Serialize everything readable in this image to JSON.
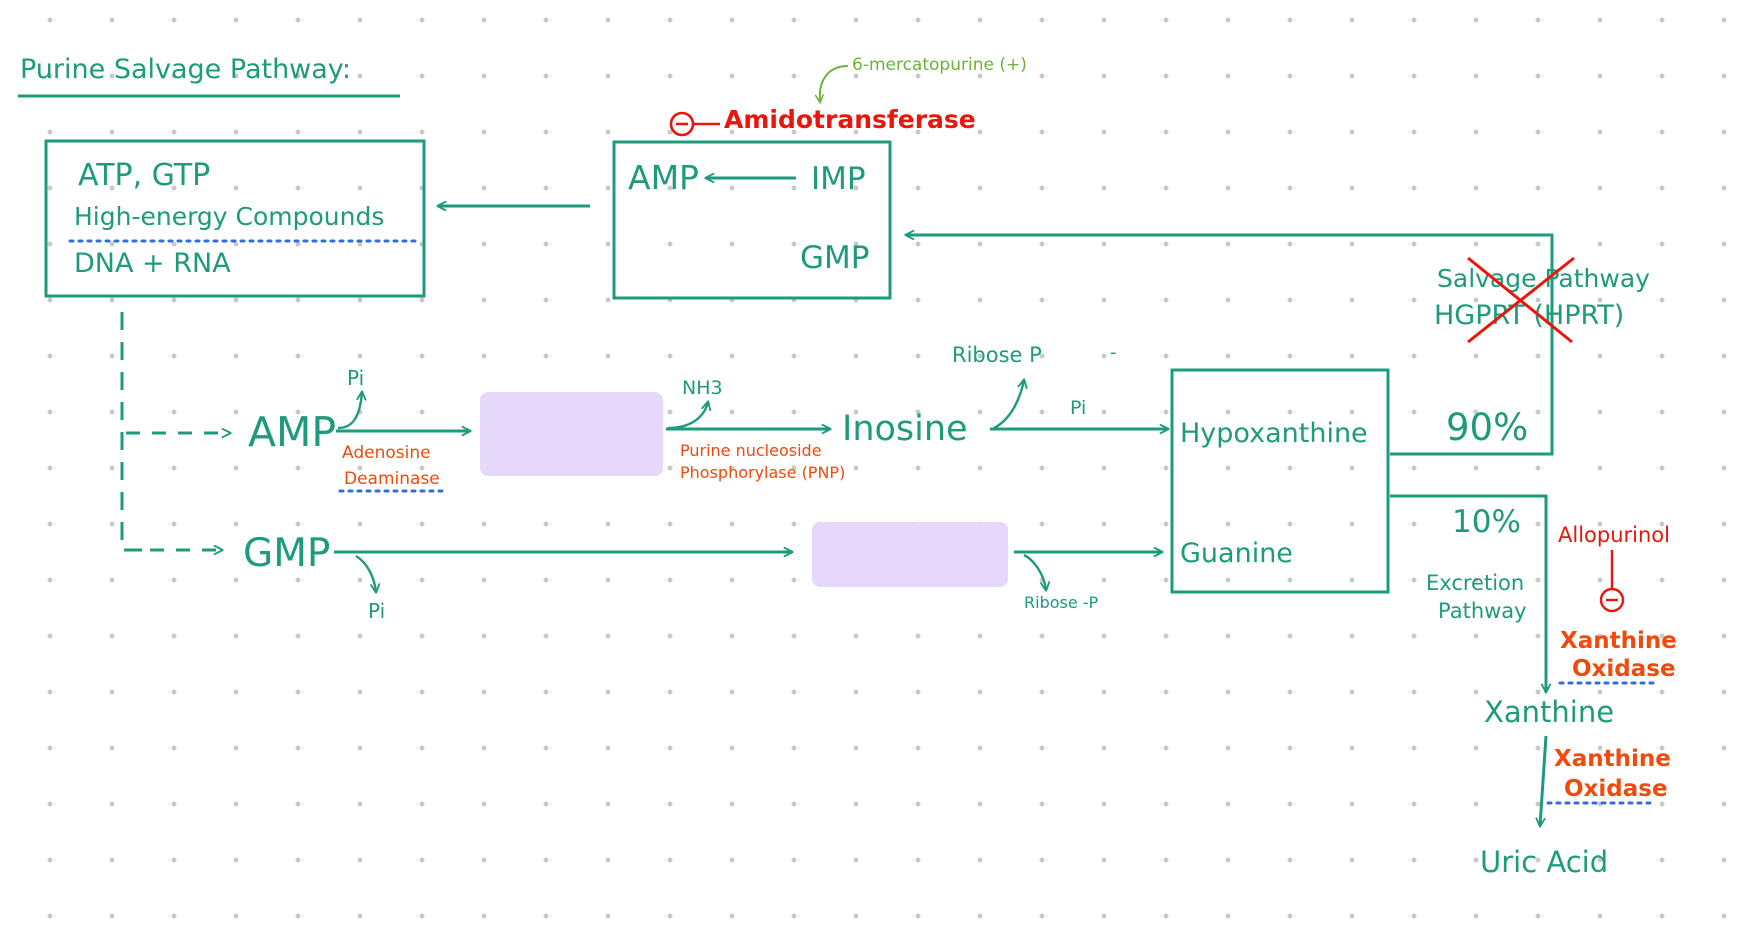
{
  "colors": {
    "ink": "#1e9a7c",
    "inhibitor_red": "#e8160c",
    "enzyme_orange": "#f04a0c",
    "drug_green": "#6bb33a",
    "dotted_blue": "#2f6ee0",
    "blank_box": "#e6d8fa",
    "grid_dot": "#c9c9c9"
  },
  "title": "Purine Salvage Pathway:",
  "drug_top": "6-mercatopurine (+)",
  "inhibit_symbol": "⊖",
  "amidotransferase": "Amidotransferase",
  "box1": {
    "line1": "ATP, GTP",
    "line2": "High-energy Compounds",
    "line3": "DNA + RNA"
  },
  "box2": {
    "amp": "AMP",
    "imp": "IMP",
    "gmp": "GMP"
  },
  "salvage": {
    "line1": "Salvage Pathway",
    "line2": "HGPRT (HPRT)",
    "percent": "90%"
  },
  "amp_row": {
    "amp": "AMP",
    "pi": "Pi",
    "enzyme1_line1": "Adenosine",
    "enzyme1_line2": "Deaminase",
    "nh3": "NH3",
    "enzyme2_line1": "Purine nucleoside",
    "enzyme2_line2": "Phosphorylase (PNP)",
    "inosine": "Inosine",
    "ribose_p": "Ribose P",
    "dash": "-",
    "pi2": "Pi"
  },
  "gmp_row": {
    "gmp": "GMP",
    "pi": "Pi",
    "ribose_p": "Ribose -P"
  },
  "box3": {
    "hypoxanthine": "Hypoxanthine",
    "guanine": "Guanine"
  },
  "excretion": {
    "percent": "10%",
    "line1": "Excretion",
    "line2": "Pathway",
    "allopurinol": "Allopurinol",
    "xo1_line1": "Xanthine",
    "xo1_line2": "Oxidase",
    "xanthine": "Xanthine",
    "xo2_line1": "Xanthine",
    "xo2_line2": "Oxidase",
    "uric_acid": "Uric Acid"
  }
}
